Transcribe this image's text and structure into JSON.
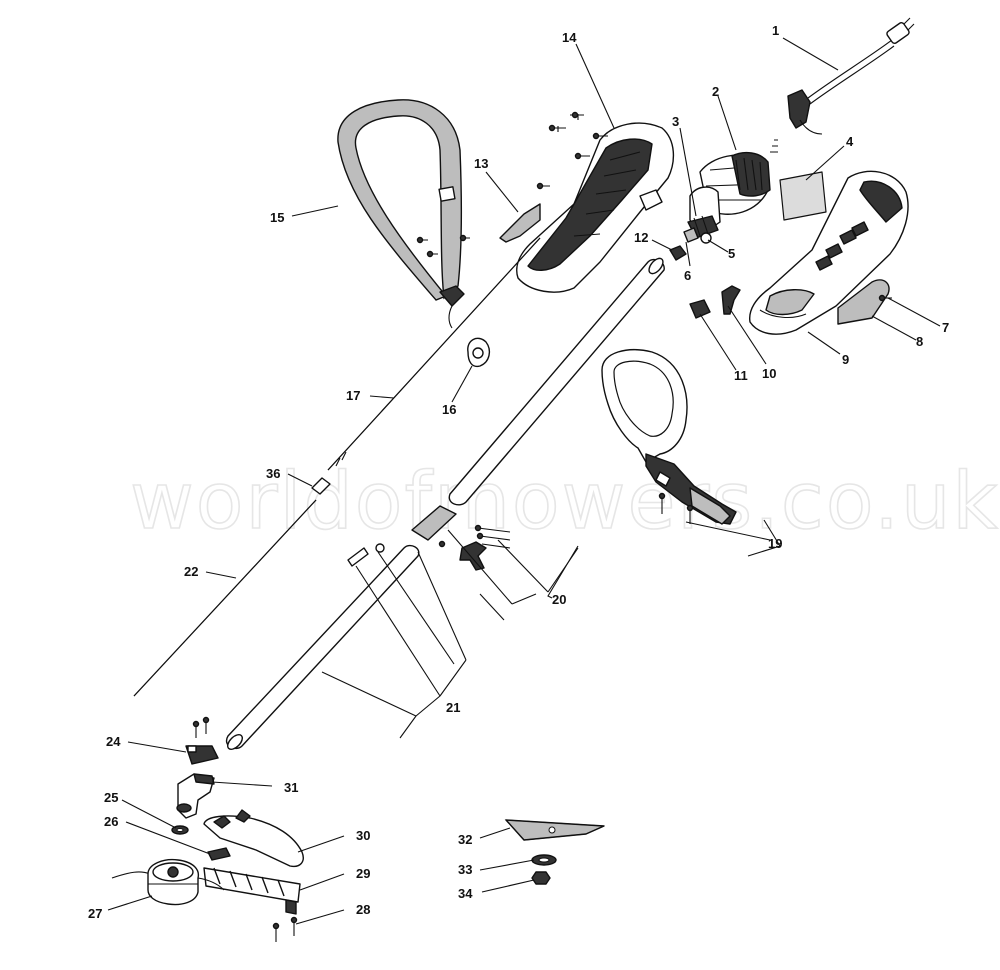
{
  "watermark": "worldofmowers.co.uk",
  "parts": [
    {
      "id": "p1",
      "label": "1",
      "icon": "power-cord-icon"
    },
    {
      "id": "p2",
      "label": "2",
      "icon": "motor-icon"
    },
    {
      "id": "p3",
      "label": "3",
      "icon": "motor-shaft-icon"
    },
    {
      "id": "p4",
      "label": "4",
      "icon": "label-sticker-icon"
    },
    {
      "id": "p5",
      "label": "5",
      "icon": "bearing-icon"
    },
    {
      "id": "p6",
      "label": "6",
      "icon": "drive-coupling-icon"
    },
    {
      "id": "p7",
      "label": "7",
      "icon": "screw-icon"
    },
    {
      "id": "p8",
      "label": "8",
      "icon": "cover-plate-icon"
    },
    {
      "id": "p9",
      "label": "9",
      "icon": "housing-half-icon"
    },
    {
      "id": "p10",
      "label": "10",
      "icon": "switch-lever-icon"
    },
    {
      "id": "p11",
      "label": "11",
      "icon": "switch-icon"
    },
    {
      "id": "p12",
      "label": "12",
      "icon": "cable-grommet-icon"
    },
    {
      "id": "p13",
      "label": "13",
      "icon": "clip-plate-icon"
    },
    {
      "id": "p14",
      "label": "14",
      "icon": "housing-half-icon"
    },
    {
      "id": "p15",
      "label": "15",
      "icon": "shoulder-strap-icon"
    },
    {
      "id": "p16",
      "label": "16",
      "icon": "strap-ring-icon"
    },
    {
      "id": "p17",
      "label": "17",
      "icon": "upper-drive-shaft-icon"
    },
    {
      "id": "p19",
      "label": "19",
      "icon": "loop-handle-icon"
    },
    {
      "id": "p20",
      "label": "20",
      "icon": "upper-tube-kit-icon"
    },
    {
      "id": "p21",
      "label": "21",
      "icon": "lower-tube-kit-icon"
    },
    {
      "id": "p22",
      "label": "22",
      "icon": "lower-drive-shaft-icon"
    },
    {
      "id": "p24",
      "label": "24",
      "icon": "clamp-icon"
    },
    {
      "id": "p25",
      "label": "25",
      "icon": "washer-icon"
    },
    {
      "id": "p26",
      "label": "26",
      "icon": "bracket-icon"
    },
    {
      "id": "p27",
      "label": "27",
      "icon": "trimmer-spool-head-icon"
    },
    {
      "id": "p28",
      "label": "28",
      "icon": "screw-icon"
    },
    {
      "id": "p29",
      "label": "29",
      "icon": "guard-skirt-icon"
    },
    {
      "id": "p30",
      "label": "30",
      "icon": "guard-icon"
    },
    {
      "id": "p31",
      "label": "31",
      "icon": "gearbox-icon"
    },
    {
      "id": "p32",
      "label": "32",
      "icon": "brush-blade-icon"
    },
    {
      "id": "p33",
      "label": "33",
      "icon": "blade-washer-icon"
    },
    {
      "id": "p34",
      "label": "34",
      "icon": "nut-icon"
    },
    {
      "id": "p36",
      "label": "36",
      "icon": "shaft-coupler-icon"
    }
  ]
}
